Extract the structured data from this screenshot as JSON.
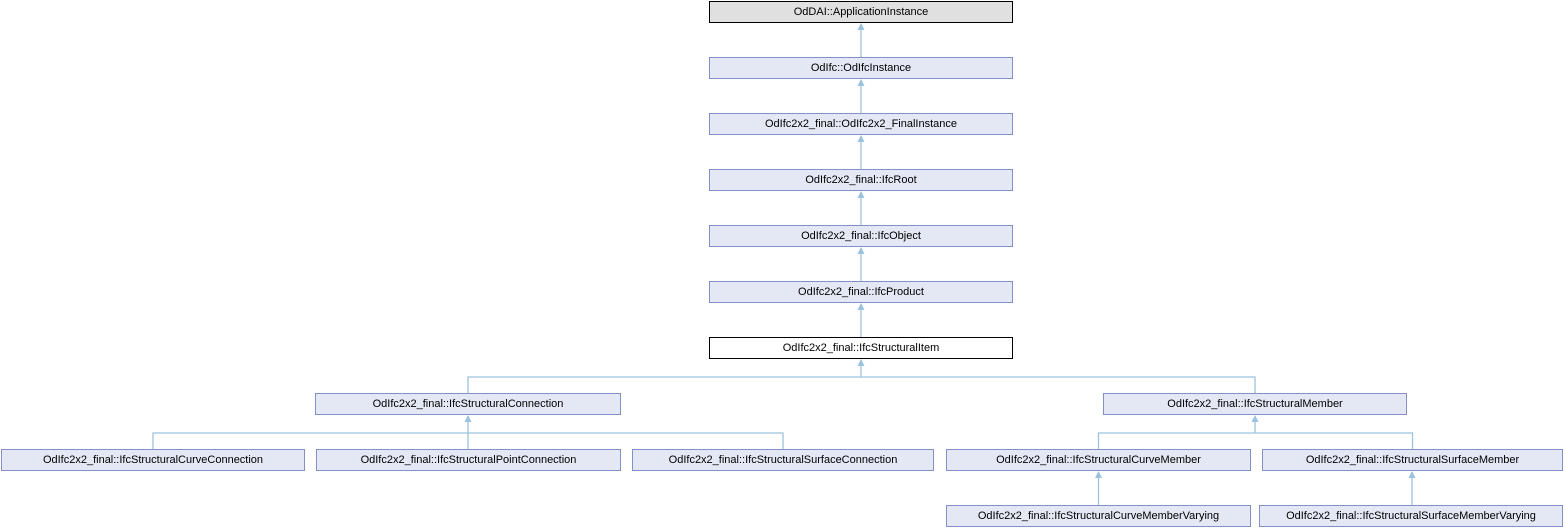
{
  "diagram": {
    "kind": "class-inheritance-diagram",
    "nodes": [
      {
        "id": "oddai-applicationinstance",
        "label": "OdDAI::ApplicationInstance",
        "style": "external"
      },
      {
        "id": "odifc-odifcinstance",
        "label": "OdIfc::OdIfcInstance",
        "style": "normal"
      },
      {
        "id": "odifc2x2-finalinstance",
        "label": "OdIfc2x2_final::OdIfc2x2_FinalInstance",
        "style": "normal"
      },
      {
        "id": "ifcroot",
        "label": "OdIfc2x2_final::IfcRoot",
        "style": "normal"
      },
      {
        "id": "ifcobject",
        "label": "OdIfc2x2_final::IfcObject",
        "style": "normal"
      },
      {
        "id": "ifcproduct",
        "label": "OdIfc2x2_final::IfcProduct",
        "style": "normal"
      },
      {
        "id": "ifcstructuralitem",
        "label": "OdIfc2x2_final::IfcStructuralItem",
        "style": "current"
      },
      {
        "id": "ifcstructuralconnection",
        "label": "OdIfc2x2_final::IfcStructuralConnection",
        "style": "normal"
      },
      {
        "id": "ifcstructuralmember",
        "label": "OdIfc2x2_final::IfcStructuralMember",
        "style": "normal"
      },
      {
        "id": "ifcstructuralcurveconnection",
        "label": "OdIfc2x2_final::IfcStructuralCurveConnection",
        "style": "normal"
      },
      {
        "id": "ifcstructuralpointconnection",
        "label": "OdIfc2x2_final::IfcStructuralPointConnection",
        "style": "normal"
      },
      {
        "id": "ifcstructuralsurfaceconnection",
        "label": "OdIfc2x2_final::IfcStructuralSurfaceConnection",
        "style": "normal"
      },
      {
        "id": "ifcstructuralcurvemember",
        "label": "OdIfc2x2_final::IfcStructuralCurveMember",
        "style": "normal"
      },
      {
        "id": "ifcstructuralsurfacemember",
        "label": "OdIfc2x2_final::IfcStructuralSurfaceMember",
        "style": "normal"
      },
      {
        "id": "ifcstructuralcurvemembervarying",
        "label": "OdIfc2x2_final::IfcStructuralCurveMemberVarying",
        "style": "normal"
      },
      {
        "id": "ifcstructuralsurfacemembervarying",
        "label": "OdIfc2x2_final::IfcStructuralSurfaceMemberVarying",
        "style": "normal"
      }
    ],
    "edges": [
      {
        "child": "odifc-odifcinstance",
        "parent": "oddai-applicationinstance"
      },
      {
        "child": "odifc2x2-finalinstance",
        "parent": "odifc-odifcinstance"
      },
      {
        "child": "ifcroot",
        "parent": "odifc2x2-finalinstance"
      },
      {
        "child": "ifcobject",
        "parent": "ifcroot"
      },
      {
        "child": "ifcproduct",
        "parent": "ifcobject"
      },
      {
        "child": "ifcstructuralitem",
        "parent": "ifcproduct"
      },
      {
        "child": "ifcstructuralconnection",
        "parent": "ifcstructuralitem"
      },
      {
        "child": "ifcstructuralmember",
        "parent": "ifcstructuralitem"
      },
      {
        "child": "ifcstructuralcurveconnection",
        "parent": "ifcstructuralconnection"
      },
      {
        "child": "ifcstructuralpointconnection",
        "parent": "ifcstructuralconnection"
      },
      {
        "child": "ifcstructuralsurfaceconnection",
        "parent": "ifcstructuralconnection"
      },
      {
        "child": "ifcstructuralcurvemember",
        "parent": "ifcstructuralmember"
      },
      {
        "child": "ifcstructuralsurfacemember",
        "parent": "ifcstructuralmember"
      },
      {
        "child": "ifcstructuralcurvemembervarying",
        "parent": "ifcstructuralcurvemember"
      },
      {
        "child": "ifcstructuralsurfacemembervarying",
        "parent": "ifcstructuralsurfacemember"
      }
    ],
    "colors": {
      "edge": "#9BC3DF",
      "node_fill": "#E3E8F4",
      "node_border": "#8491C4",
      "external_fill": "#E0E0E0",
      "external_border": "#000000",
      "current_fill": "#FFFFFF",
      "current_border": "#000000",
      "text": "#000000",
      "background": "#FFFFFF"
    }
  }
}
